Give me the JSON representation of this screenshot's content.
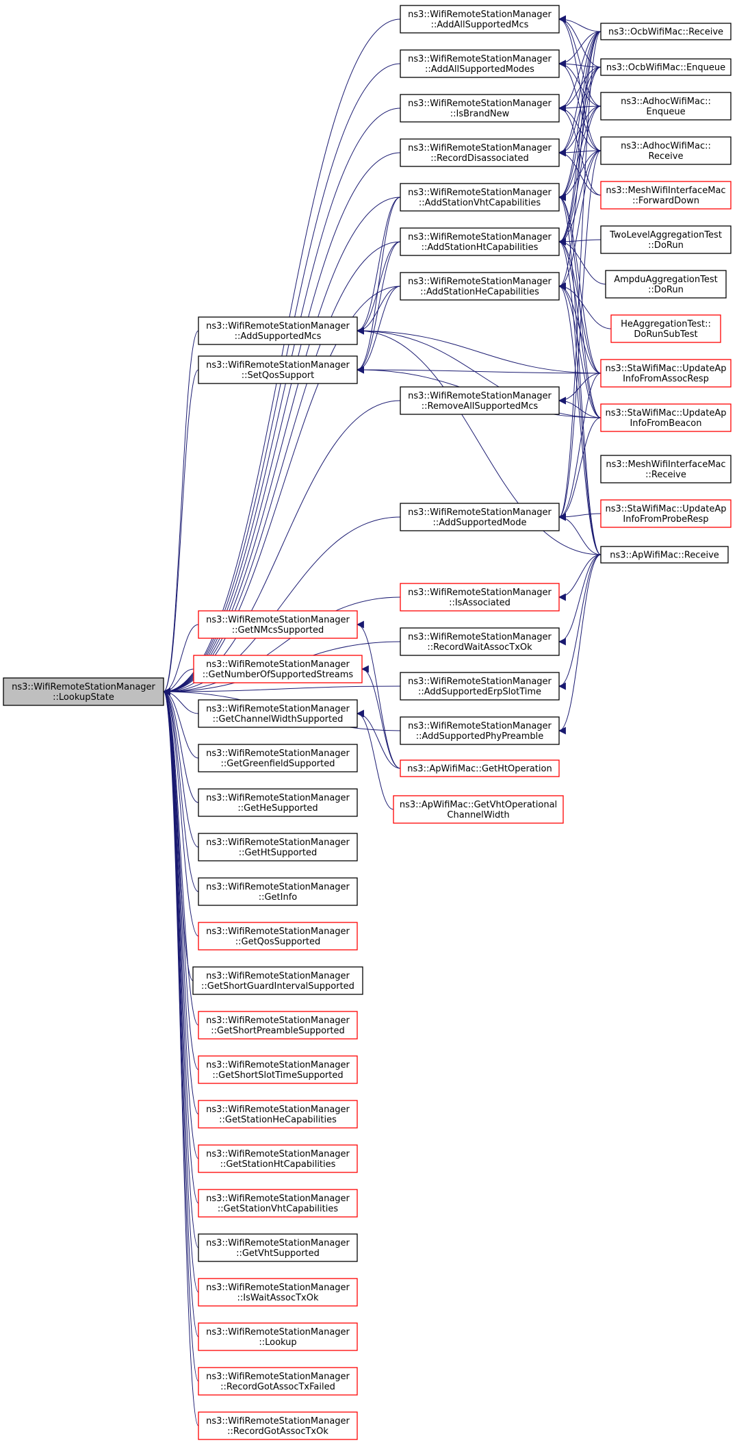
{
  "colors": {
    "edge": "#191970",
    "border_normal": "#000000",
    "border_truncated": "#ff0000",
    "fill_focus": "#bfbfbf",
    "fill_normal": "#ffffff"
  },
  "nodes": [
    {
      "id": "lookupstate",
      "lines": [
        "ns3::WifiRemoteStationManager",
        "::LookupState"
      ],
      "style": "focus"
    },
    {
      "id": "addallsupportedmcs",
      "lines": [
        "ns3::WifiRemoteStationManager",
        "::AddAllSupportedMcs"
      ],
      "style": "normal"
    },
    {
      "id": "addallsupportedmodes",
      "lines": [
        "ns3::WifiRemoteStationManager",
        "::AddAllSupportedModes"
      ],
      "style": "normal"
    },
    {
      "id": "isbrandnew",
      "lines": [
        "ns3::WifiRemoteStationManager",
        "::IsBrandNew"
      ],
      "style": "normal"
    },
    {
      "id": "recorddisassociated",
      "lines": [
        "ns3::WifiRemoteStationManager",
        "::RecordDisassociated"
      ],
      "style": "normal"
    },
    {
      "id": "addstationvhtcapabilities",
      "lines": [
        "ns3::WifiRemoteStationManager",
        "::AddStationVhtCapabilities"
      ],
      "style": "normal"
    },
    {
      "id": "addstationhtcapabilities",
      "lines": [
        "ns3::WifiRemoteStationManager",
        "::AddStationHtCapabilities"
      ],
      "style": "normal"
    },
    {
      "id": "addstationhecapabilities",
      "lines": [
        "ns3::WifiRemoteStationManager",
        "::AddStationHeCapabilities"
      ],
      "style": "normal"
    },
    {
      "id": "addsupportedmcs",
      "lines": [
        "ns3::WifiRemoteStationManager",
        "::AddSupportedMcs"
      ],
      "style": "normal"
    },
    {
      "id": "setqossupport",
      "lines": [
        "ns3::WifiRemoteStationManager",
        "::SetQosSupport"
      ],
      "style": "normal"
    },
    {
      "id": "removeallsupportedmcs",
      "lines": [
        "ns3::WifiRemoteStationManager",
        "::RemoveAllSupportedMcs"
      ],
      "style": "normal"
    },
    {
      "id": "addsupportedmode",
      "lines": [
        "ns3::WifiRemoteStationManager",
        "::AddSupportedMode"
      ],
      "style": "normal"
    },
    {
      "id": "isassociated",
      "lines": [
        "ns3::WifiRemoteStationManager",
        "::IsAssociated"
      ],
      "style": "truncated"
    },
    {
      "id": "recordwaitassoctxok",
      "lines": [
        "ns3::WifiRemoteStationManager",
        "::RecordWaitAssocTxOk"
      ],
      "style": "normal"
    },
    {
      "id": "addsupportederpslottime",
      "lines": [
        "ns3::WifiRemoteStationManager",
        "::AddSupportedErpSlotTime"
      ],
      "style": "normal"
    },
    {
      "id": "addsupportedphypreamble",
      "lines": [
        "ns3::WifiRemoteStationManager",
        "::AddSupportedPhyPreamble"
      ],
      "style": "normal"
    },
    {
      "id": "getnmcssupported",
      "lines": [
        "ns3::WifiRemoteStationManager",
        "::GetNMcsSupported"
      ],
      "style": "truncated"
    },
    {
      "id": "getnumberofsupportedstreams",
      "lines": [
        "ns3::WifiRemoteStationManager",
        "::GetNumberOfSupportedStreams"
      ],
      "style": "truncated"
    },
    {
      "id": "getchannelwidthsupported",
      "lines": [
        "ns3::WifiRemoteStationManager",
        "::GetChannelWidthSupported"
      ],
      "style": "normal"
    },
    {
      "id": "getgreenfieldsupported",
      "lines": [
        "ns3::WifiRemoteStationManager",
        "::GetGreenfieldSupported"
      ],
      "style": "normal"
    },
    {
      "id": "gethesupported",
      "lines": [
        "ns3::WifiRemoteStationManager",
        "::GetHeSupported"
      ],
      "style": "normal"
    },
    {
      "id": "gethtsupported",
      "lines": [
        "ns3::WifiRemoteStationManager",
        "::GetHtSupported"
      ],
      "style": "normal"
    },
    {
      "id": "getinfo",
      "lines": [
        "ns3::WifiRemoteStationManager",
        "::GetInfo"
      ],
      "style": "normal"
    },
    {
      "id": "getqossupported",
      "lines": [
        "ns3::WifiRemoteStationManager",
        "::GetQosSupported"
      ],
      "style": "truncated"
    },
    {
      "id": "getshortguardintervalsupported",
      "lines": [
        "ns3::WifiRemoteStationManager",
        "::GetShortGuardIntervalSupported"
      ],
      "style": "normal"
    },
    {
      "id": "getshortpreamblesupported",
      "lines": [
        "ns3::WifiRemoteStationManager",
        "::GetShortPreambleSupported"
      ],
      "style": "truncated"
    },
    {
      "id": "getshortslottimesupported",
      "lines": [
        "ns3::WifiRemoteStationManager",
        "::GetShortSlotTimeSupported"
      ],
      "style": "truncated"
    },
    {
      "id": "getstationhecapabilities",
      "lines": [
        "ns3::WifiRemoteStationManager",
        "::GetStationHeCapabilities"
      ],
      "style": "truncated"
    },
    {
      "id": "getstationhtcapabilities",
      "lines": [
        "ns3::WifiRemoteStationManager",
        "::GetStationHtCapabilities"
      ],
      "style": "truncated"
    },
    {
      "id": "getstationvhtcapabilities",
      "lines": [
        "ns3::WifiRemoteStationManager",
        "::GetStationVhtCapabilities"
      ],
      "style": "truncated"
    },
    {
      "id": "getvhtsupported",
      "lines": [
        "ns3::WifiRemoteStationManager",
        "::GetVhtSupported"
      ],
      "style": "normal"
    },
    {
      "id": "iswaitassoctxok",
      "lines": [
        "ns3::WifiRemoteStationManager",
        "::IsWaitAssocTxOk"
      ],
      "style": "truncated"
    },
    {
      "id": "lookup",
      "lines": [
        "ns3::WifiRemoteStationManager",
        "::Lookup"
      ],
      "style": "truncated"
    },
    {
      "id": "recordgotassoctxfailed",
      "lines": [
        "ns3::WifiRemoteStationManager",
        "::RecordGotAssocTxFailed"
      ],
      "style": "truncated"
    },
    {
      "id": "recordgotassoctxok",
      "lines": [
        "ns3::WifiRemoteStationManager",
        "::RecordGotAssocTxOk"
      ],
      "style": "truncated"
    },
    {
      "id": "ocbreceive",
      "lines": [
        "ns3::OcbWifiMac::Receive"
      ],
      "style": "normal"
    },
    {
      "id": "ocbenqueue",
      "lines": [
        "ns3::OcbWifiMac::Enqueue"
      ],
      "style": "normal"
    },
    {
      "id": "adhocenqueue",
      "lines": [
        "ns3::AdhocWifiMac::",
        "Enqueue"
      ],
      "style": "normal"
    },
    {
      "id": "adhocreceive",
      "lines": [
        "ns3::AdhocWifiMac::",
        "Receive"
      ],
      "style": "normal"
    },
    {
      "id": "meshforwarddown",
      "lines": [
        "ns3::MeshWifiInterfaceMac",
        "::ForwardDown"
      ],
      "style": "truncated"
    },
    {
      "id": "twoleveldorun",
      "lines": [
        "TwoLevelAggregationTest",
        "::DoRun"
      ],
      "style": "normal"
    },
    {
      "id": "ampdudorun",
      "lines": [
        "AmpduAggregationTest",
        "::DoRun"
      ],
      "style": "normal"
    },
    {
      "id": "hedorunsubtest",
      "lines": [
        "HeAggregationTest::",
        "DoRunSubTest"
      ],
      "style": "truncated"
    },
    {
      "id": "staupdateassocresp",
      "lines": [
        "ns3::StaWifiMac::UpdateAp",
        "InfoFromAssocResp"
      ],
      "style": "truncated"
    },
    {
      "id": "staupdatebeacon",
      "lines": [
        "ns3::StaWifiMac::UpdateAp",
        "InfoFromBeacon"
      ],
      "style": "truncated"
    },
    {
      "id": "meshreceive",
      "lines": [
        "ns3::MeshWifiInterfaceMac",
        "::Receive"
      ],
      "style": "normal"
    },
    {
      "id": "staupdateproberesp",
      "lines": [
        "ns3::StaWifiMac::UpdateAp",
        "InfoFromProbeResp"
      ],
      "style": "truncated"
    },
    {
      "id": "apreceive",
      "lines": [
        "ns3::ApWifiMac::Receive"
      ],
      "style": "normal"
    },
    {
      "id": "apgethtoperation",
      "lines": [
        "ns3::ApWifiMac::GetHtOperation"
      ],
      "style": "truncated"
    },
    {
      "id": "apgetvhtoperational",
      "lines": [
        "ns3::ApWifiMac::GetVhtOperational",
        "ChannelWidth"
      ],
      "style": "truncated"
    }
  ],
  "edges": [
    [
      "addallsupportedmcs",
      "lookupstate"
    ],
    [
      "addallsupportedmodes",
      "lookupstate"
    ],
    [
      "isbrandnew",
      "lookupstate"
    ],
    [
      "recorddisassociated",
      "lookupstate"
    ],
    [
      "addstationvhtcapabilities",
      "lookupstate"
    ],
    [
      "addstationhtcapabilities",
      "lookupstate"
    ],
    [
      "addstationhecapabilities",
      "lookupstate"
    ],
    [
      "addsupportedmcs",
      "lookupstate"
    ],
    [
      "setqossupport",
      "lookupstate"
    ],
    [
      "removeallsupportedmcs",
      "lookupstate"
    ],
    [
      "addsupportedmode",
      "lookupstate"
    ],
    [
      "isassociated",
      "lookupstate"
    ],
    [
      "recordwaitassoctxok",
      "lookupstate"
    ],
    [
      "addsupportederpslottime",
      "lookupstate"
    ],
    [
      "addsupportedphypreamble",
      "lookupstate"
    ],
    [
      "getnmcssupported",
      "lookupstate"
    ],
    [
      "getnumberofsupportedstreams",
      "lookupstate"
    ],
    [
      "getchannelwidthsupported",
      "lookupstate"
    ],
    [
      "getgreenfieldsupported",
      "lookupstate"
    ],
    [
      "gethesupported",
      "lookupstate"
    ],
    [
      "gethtsupported",
      "lookupstate"
    ],
    [
      "getinfo",
      "lookupstate"
    ],
    [
      "getqossupported",
      "lookupstate"
    ],
    [
      "getshortguardintervalsupported",
      "lookupstate"
    ],
    [
      "getshortpreamblesupported",
      "lookupstate"
    ],
    [
      "getshortslottimesupported",
      "lookupstate"
    ],
    [
      "getstationhecapabilities",
      "lookupstate"
    ],
    [
      "getstationhtcapabilities",
      "lookupstate"
    ],
    [
      "getstationvhtcapabilities",
      "lookupstate"
    ],
    [
      "getvhtsupported",
      "lookupstate"
    ],
    [
      "iswaitassoctxok",
      "lookupstate"
    ],
    [
      "lookup",
      "lookupstate"
    ],
    [
      "recordgotassoctxfailed",
      "lookupstate"
    ],
    [
      "recordgotassoctxok",
      "lookupstate"
    ],
    [
      "ocbreceive",
      "addallsupportedmcs"
    ],
    [
      "ocbenqueue",
      "addallsupportedmcs"
    ],
    [
      "adhocenqueue",
      "addallsupportedmcs"
    ],
    [
      "adhocreceive",
      "addallsupportedmcs"
    ],
    [
      "ocbreceive",
      "addallsupportedmodes"
    ],
    [
      "ocbenqueue",
      "addallsupportedmodes"
    ],
    [
      "adhocenqueue",
      "addallsupportedmodes"
    ],
    [
      "adhocreceive",
      "addallsupportedmodes"
    ],
    [
      "ocbreceive",
      "isbrandnew"
    ],
    [
      "ocbenqueue",
      "isbrandnew"
    ],
    [
      "adhocenqueue",
      "isbrandnew"
    ],
    [
      "adhocreceive",
      "isbrandnew"
    ],
    [
      "meshforwarddown",
      "isbrandnew"
    ],
    [
      "ocbreceive",
      "recorddisassociated"
    ],
    [
      "ocbenqueue",
      "recorddisassociated"
    ],
    [
      "adhocenqueue",
      "recorddisassociated"
    ],
    [
      "adhocreceive",
      "recorddisassociated"
    ],
    [
      "meshforwarddown",
      "recorddisassociated"
    ],
    [
      "ocbreceive",
      "addstationvhtcapabilities"
    ],
    [
      "ocbenqueue",
      "addstationvhtcapabilities"
    ],
    [
      "adhocenqueue",
      "addstationvhtcapabilities"
    ],
    [
      "adhocreceive",
      "addstationvhtcapabilities"
    ],
    [
      "staupdateassocresp",
      "addstationvhtcapabilities"
    ],
    [
      "staupdatebeacon",
      "addstationvhtcapabilities"
    ],
    [
      "apreceive",
      "addstationvhtcapabilities"
    ],
    [
      "ocbreceive",
      "addstationhtcapabilities"
    ],
    [
      "ocbenqueue",
      "addstationhtcapabilities"
    ],
    [
      "adhocenqueue",
      "addstationhtcapabilities"
    ],
    [
      "adhocreceive",
      "addstationhtcapabilities"
    ],
    [
      "twoleveldorun",
      "addstationhtcapabilities"
    ],
    [
      "ampdudorun",
      "addstationhtcapabilities"
    ],
    [
      "staupdateassocresp",
      "addstationhtcapabilities"
    ],
    [
      "staupdatebeacon",
      "addstationhtcapabilities"
    ],
    [
      "apreceive",
      "addstationhtcapabilities"
    ],
    [
      "ocbreceive",
      "addstationhecapabilities"
    ],
    [
      "adhocreceive",
      "addstationhecapabilities"
    ],
    [
      "hedorunsubtest",
      "addstationhecapabilities"
    ],
    [
      "staupdateassocresp",
      "addstationhecapabilities"
    ],
    [
      "staupdatebeacon",
      "addstationhecapabilities"
    ],
    [
      "apreceive",
      "addstationhecapabilities"
    ],
    [
      "addstationvhtcapabilities",
      "addsupportedmcs"
    ],
    [
      "addstationhtcapabilities",
      "addsupportedmcs"
    ],
    [
      "addstationhecapabilities",
      "addsupportedmcs"
    ],
    [
      "staupdateassocresp",
      "addsupportedmcs"
    ],
    [
      "staupdatebeacon",
      "addsupportedmcs"
    ],
    [
      "apreceive",
      "addsupportedmcs"
    ],
    [
      "addstationvhtcapabilities",
      "setqossupport"
    ],
    [
      "addstationhtcapabilities",
      "setqossupport"
    ],
    [
      "addstationhecapabilities",
      "setqossupport"
    ],
    [
      "staupdateassocresp",
      "setqossupport"
    ],
    [
      "staupdatebeacon",
      "setqossupport"
    ],
    [
      "staupdateassocresp",
      "removeallsupportedmcs"
    ],
    [
      "staupdatebeacon",
      "removeallsupportedmcs"
    ],
    [
      "ocbreceive",
      "addsupportedmode"
    ],
    [
      "adhocreceive",
      "addsupportedmode"
    ],
    [
      "staupdateassocresp",
      "addsupportedmode"
    ],
    [
      "staupdatebeacon",
      "addsupportedmode"
    ],
    [
      "staupdateproberesp",
      "addsupportedmode"
    ],
    [
      "apreceive",
      "addsupportedmode"
    ],
    [
      "apreceive",
      "isassociated"
    ],
    [
      "apreceive",
      "recordwaitassoctxok"
    ],
    [
      "apreceive",
      "addsupportederpslottime"
    ],
    [
      "apreceive",
      "addsupportedphypreamble"
    ],
    [
      "apgethtoperation",
      "getnmcssupported"
    ],
    [
      "apgethtoperation",
      "getnumberofsupportedstreams"
    ],
    [
      "apgethtoperation",
      "getchannelwidthsupported"
    ],
    [
      "apgetvhtoperational",
      "getchannelwidthsupported"
    ]
  ]
}
